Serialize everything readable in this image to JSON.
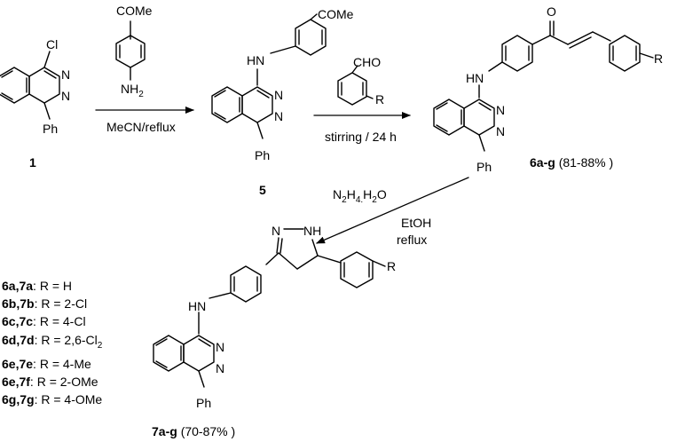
{
  "scheme": {
    "compound1": {
      "substituent_top": "Cl",
      "ring_n1": "N",
      "ring_n2": "N",
      "substituent_bottom": "Ph",
      "number": "1"
    },
    "reagent_step1": {
      "acyl": "COMe",
      "amine": "NH",
      "amine_sub": "2"
    },
    "condition_step1": "MeCN/reflux",
    "compound5": {
      "nh": "HN",
      "acyl": "COMe",
      "ring_n1": "N",
      "ring_n2": "N",
      "substituent_bottom": "Ph",
      "number": "5"
    },
    "reagent_step2": {
      "aldehyde": "CHO",
      "r_group": "R"
    },
    "condition_step2": "stirring / 24 h",
    "compound6": {
      "carbonyl_o": "O",
      "nh": "HN",
      "ring_n1": "N",
      "ring_n2": "N",
      "substituent_bottom": "Ph",
      "r_group": "R",
      "label_bold": "6a-g",
      "yield": "(81-88% )"
    },
    "reagent_step3": {
      "hydrazine_a": "N",
      "hydrazine_sub1": "2",
      "hydrazine_b": "H",
      "hydrazine_sub2": "4.",
      "hydrazine_c": "H",
      "hydrazine_sub3": "2",
      "hydrazine_d": "O",
      "solvent": "EtOH",
      "condition": "reflux"
    },
    "compound7": {
      "pyrazoline_n": "N",
      "pyrazoline_nh": "NH",
      "nh": "HN",
      "ring_n1": "N",
      "ring_n2": "N",
      "substituent_bottom": "Ph",
      "r_group": "R",
      "label_bold": "7a-g",
      "yield": "(70-87% )"
    },
    "substituents": [
      {
        "compounds": "6a,7a",
        "definition": ": R = H",
        "sub": ""
      },
      {
        "compounds": "6b,7b",
        "definition": ": R = 2-Cl",
        "sub": ""
      },
      {
        "compounds": "6c,7c",
        "definition": ": R = 4-Cl",
        "sub": ""
      },
      {
        "compounds": "6d,7d",
        "definition": ": R = 2,6-Cl",
        "sub": "2"
      },
      {
        "compounds": "6e,7e",
        "definition": ": R = 4-Me",
        "sub": ""
      },
      {
        "compounds": "6e,7f",
        "definition": ": R = 2-OMe",
        "sub": ""
      },
      {
        "compounds": "6g,7g",
        "definition": ": R = 4-OMe",
        "sub": ""
      }
    ]
  }
}
